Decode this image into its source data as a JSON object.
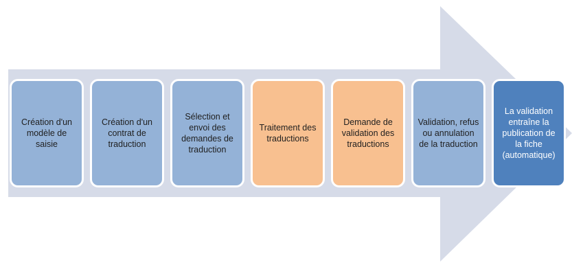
{
  "colors": {
    "arrow_fill": "#d6dbe8",
    "step_blue": "#94b2d7",
    "step_orange": "#f8c090",
    "step_dark": "#4f81bd",
    "text_dark": "#1f1f1f",
    "text_light": "#ffffff"
  },
  "steps": [
    {
      "label": "Création d'un modèle de saisie",
      "color": "#94b2d7",
      "text_color": "#1f1f1f"
    },
    {
      "label": "Création d'un contrat de traduction",
      "color": "#94b2d7",
      "text_color": "#1f1f1f"
    },
    {
      "label": "Sélection et envoi des demandes de traduction",
      "color": "#94b2d7",
      "text_color": "#1f1f1f"
    },
    {
      "label": "Traitement des traductions",
      "color": "#f8c090",
      "text_color": "#1f1f1f"
    },
    {
      "label": "Demande de validation des traductions",
      "color": "#f8c090",
      "text_color": "#1f1f1f"
    },
    {
      "label": "Validation, refus ou annulation de la traduction",
      "color": "#94b2d7",
      "text_color": "#1f1f1f"
    },
    {
      "label": "La validation entraîne la publication de la fiche (automatique)",
      "color": "#4f81bd",
      "text_color": "#ffffff"
    }
  ]
}
